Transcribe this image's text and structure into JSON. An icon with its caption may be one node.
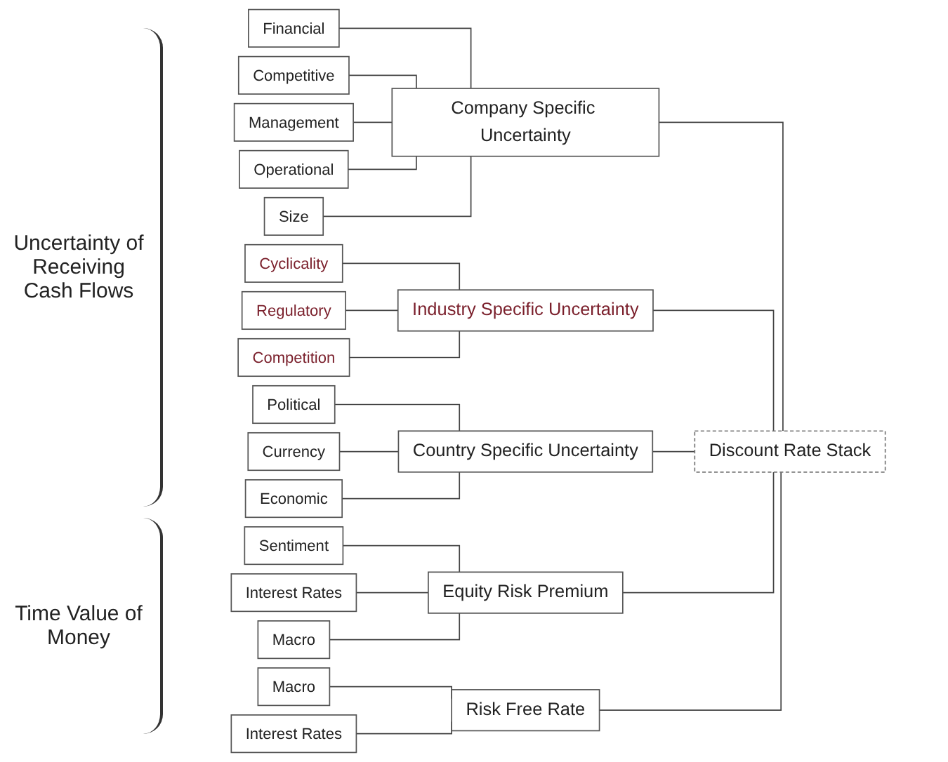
{
  "diagram": {
    "nodes": [
      {
        "text": [
          "Financial"
        ]
      },
      {
        "text": [
          "Competitive"
        ]
      },
      {
        "text": [
          "Management"
        ]
      },
      {
        "text": [
          "Operational"
        ]
      },
      {
        "text": [
          "Size"
        ]
      },
      {
        "text": [
          "Company Specific Uncertainty"
        ]
      },
      {
        "text": [
          "Cyclicality"
        ]
      },
      {
        "text": [
          "Regulatory"
        ]
      },
      {
        "text": [
          "Competition"
        ]
      },
      {
        "text": [
          "Industry Specific Uncertainty"
        ]
      },
      {
        "text": [
          "Political"
        ]
      },
      {
        "text": [
          "Currency"
        ]
      },
      {
        "text": [
          "Economic"
        ]
      },
      {
        "text": [
          "Country Specific Uncertainty"
        ]
      },
      {
        "text": [
          "Sentiment"
        ]
      },
      {
        "text": [
          "Interest Rates"
        ]
      },
      {
        "text": [
          "Macro"
        ]
      },
      {
        "text": [
          "Equity Risk Premium"
        ]
      },
      {
        "text": [
          "Macro"
        ]
      },
      {
        "text": [
          "Interest Rates"
        ]
      },
      {
        "text": [
          "Risk Free Rate"
        ]
      },
      {
        "text": [
          "Discount Rate Stack"
        ]
      }
    ],
    "edges": [
      {
        "from": 0,
        "to": 5,
        "arrow": "none"
      },
      {
        "from": 1,
        "to": 5,
        "arrow": "none"
      },
      {
        "from": 2,
        "to": 5,
        "arrow": "none"
      },
      {
        "from": 3,
        "to": 5,
        "arrow": "none"
      },
      {
        "from": 4,
        "to": 5,
        "arrow": "none"
      },
      {
        "from": 6,
        "to": 9,
        "arrow": "none"
      },
      {
        "from": 7,
        "to": 9,
        "arrow": "none"
      },
      {
        "from": 8,
        "to": 9,
        "arrow": "none"
      },
      {
        "from": 10,
        "to": 13,
        "arrow": "none"
      },
      {
        "from": 11,
        "to": 13,
        "arrow": "none"
      },
      {
        "from": 12,
        "to": 13,
        "arrow": "none"
      },
      {
        "from": 14,
        "to": 17,
        "arrow": "none"
      },
      {
        "from": 15,
        "to": 17,
        "arrow": "none"
      },
      {
        "from": 16,
        "to": 17,
        "arrow": "none"
      },
      {
        "from": 18,
        "to": 20,
        "arrow": "none"
      },
      {
        "from": 19,
        "to": 20,
        "arrow": "none"
      },
      {
        "from": 5,
        "to": 21,
        "arrow": "none"
      },
      {
        "from": 9,
        "to": 21,
        "arrow": "none"
      },
      {
        "from": 13,
        "to": 21,
        "arrow": "none"
      },
      {
        "from": 17,
        "to": 21,
        "arrow": "none"
      },
      {
        "from": 20,
        "to": 21,
        "arrow": "none"
      }
    ],
    "labels": [
      "Uncertainty of Receiving Cash Flows",
      "Time Value of Money"
    ]
  }
}
